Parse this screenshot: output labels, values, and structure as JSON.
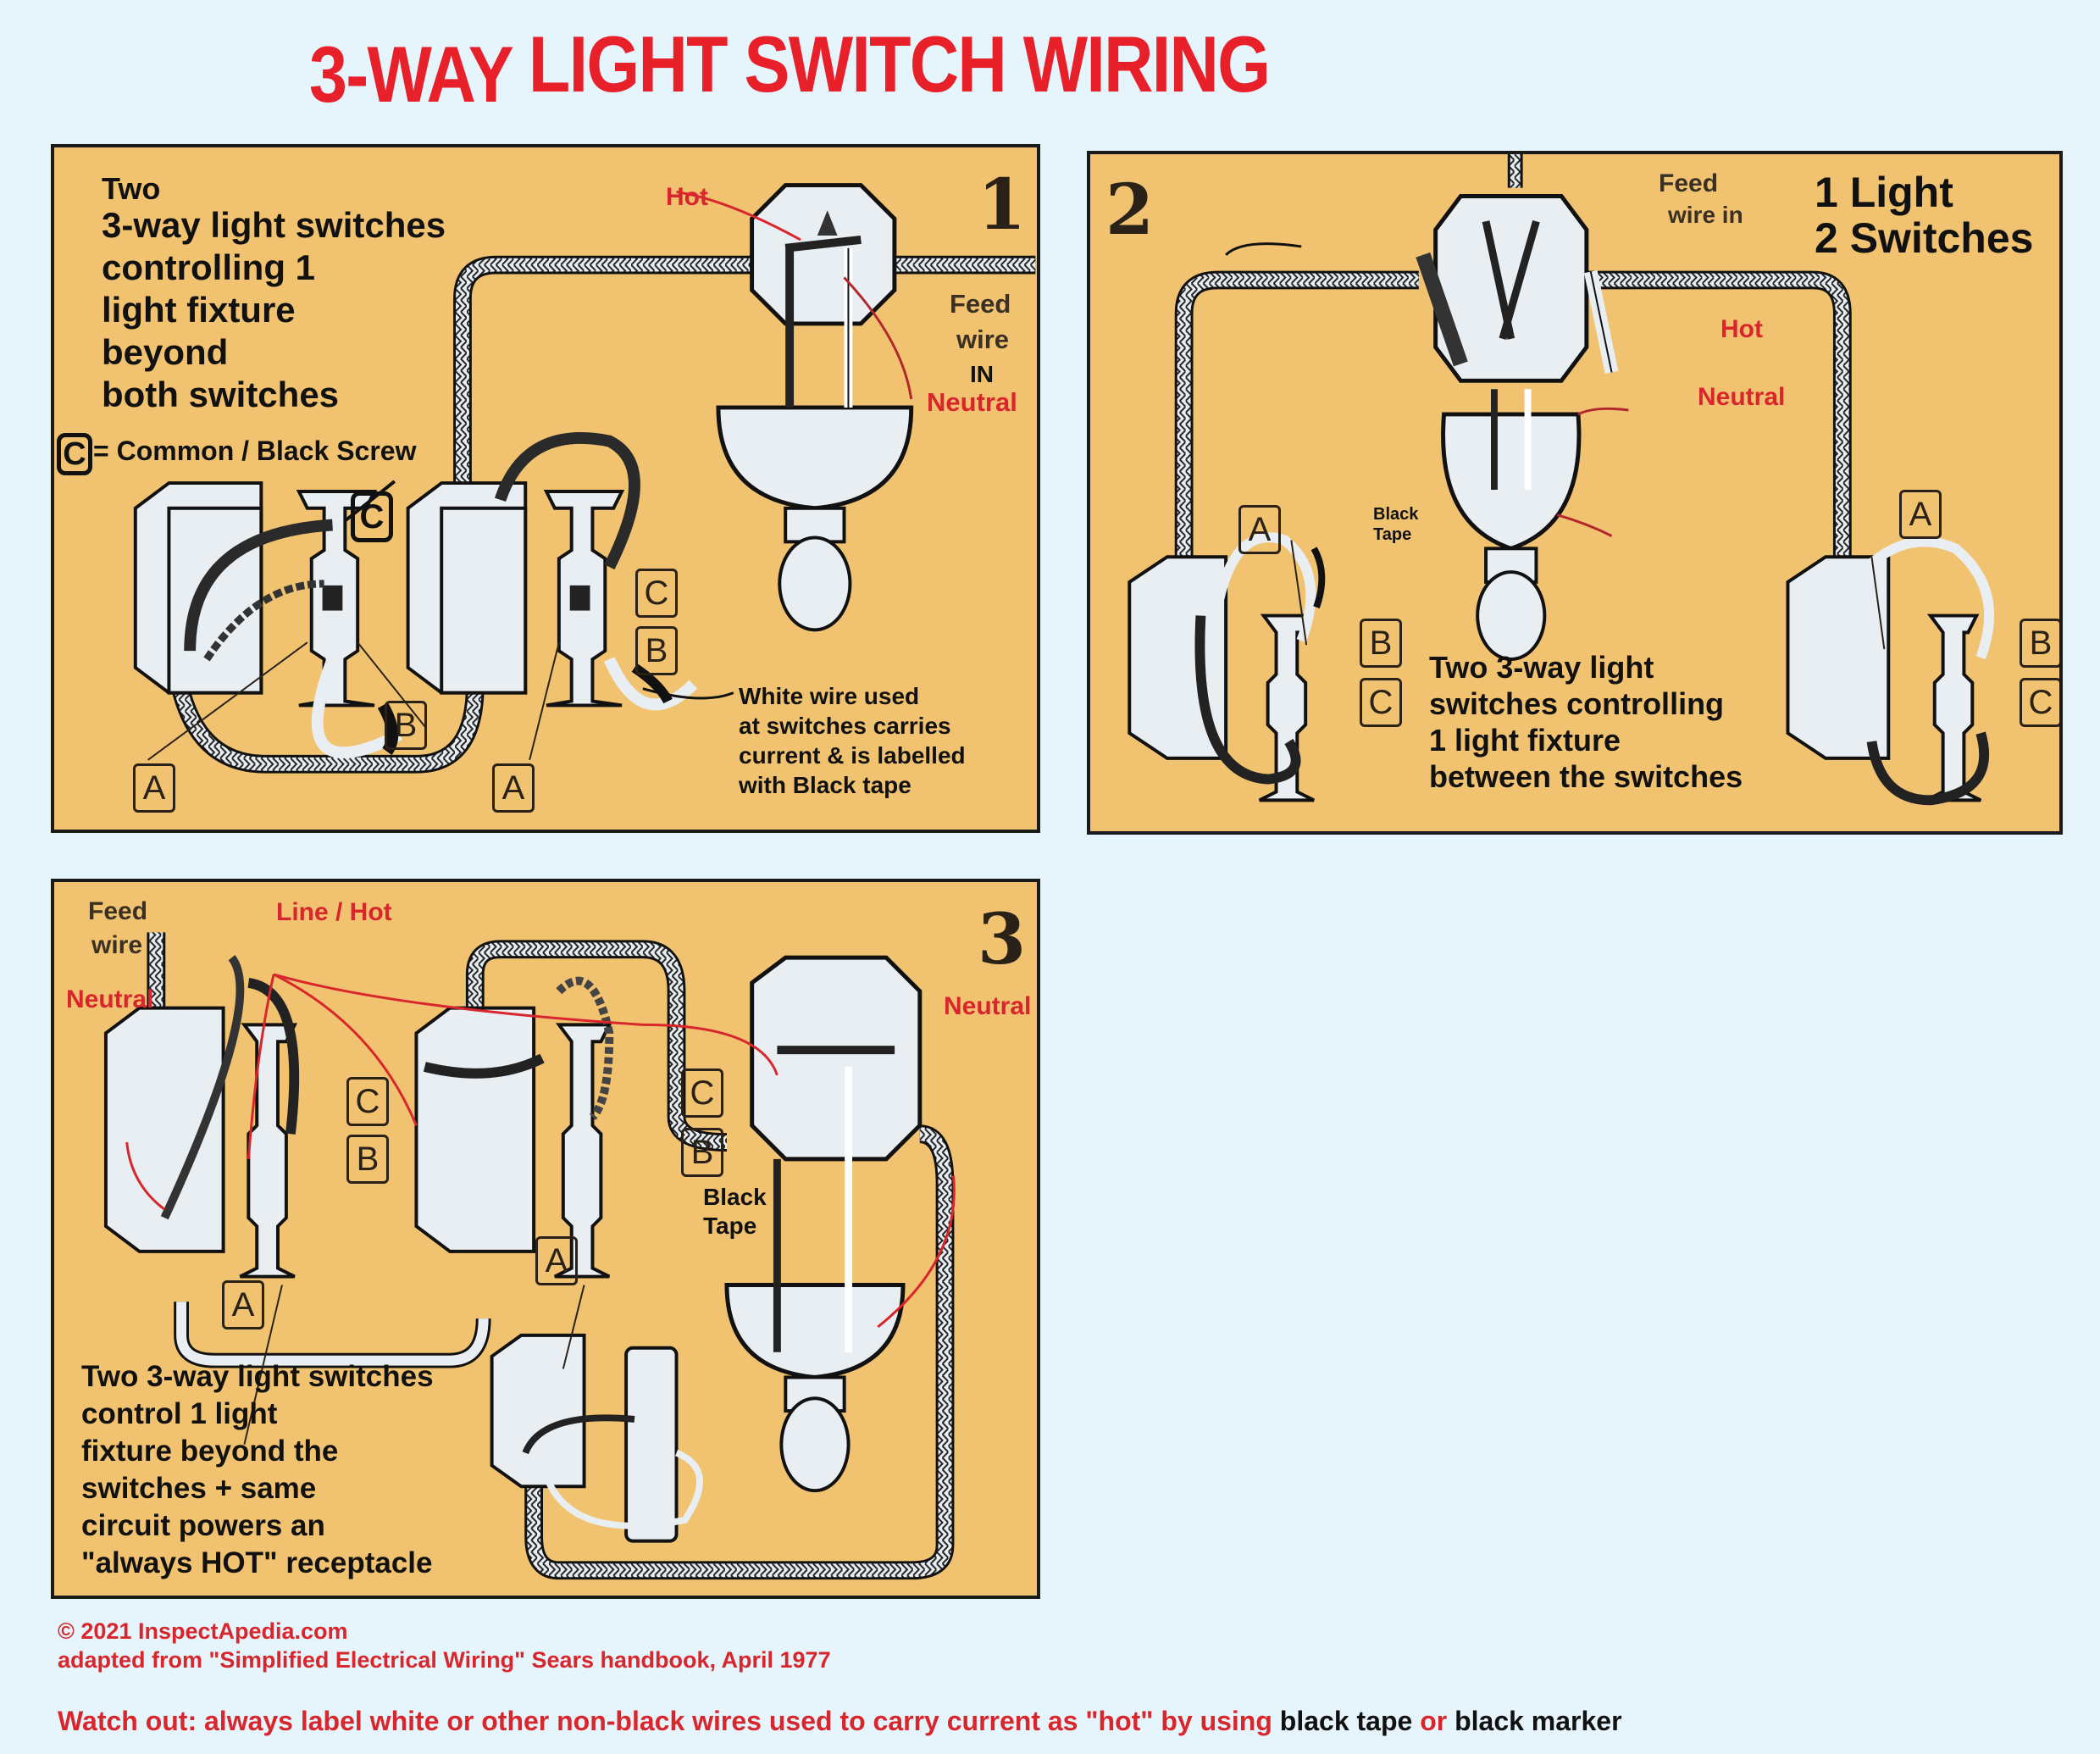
{
  "title": {
    "part1": "3-WAY",
    "part2": "LIGHT SWITCH WIRING"
  },
  "colors": {
    "title": "#e8202a",
    "panel_bg": "#f1c371",
    "page_bg": "#e6f4fc",
    "annotation_red": "#d8262c"
  },
  "panel1": {
    "number": "1",
    "description": [
      "Two",
      "3-way light switches",
      "controlling 1",
      "light fixture",
      "beyond",
      "both switches"
    ],
    "legend_box": "C",
    "legend_text": "= Common / Black Screw",
    "label_hot": "Hot",
    "label_neutral": "Neutral",
    "feed_label": [
      "Feed",
      "wire"
    ],
    "feed_in": "IN",
    "terminal_labels": {
      "c_callout": "C",
      "a1": "A",
      "b1": "B",
      "a2": "A",
      "c2": "C",
      "b2": "B"
    },
    "note": [
      "White wire used",
      "at switches carries",
      "current & is labelled",
      "with Black tape"
    ]
  },
  "panel2": {
    "number": "2",
    "heading": [
      "1 Light",
      "2 Switches"
    ],
    "feed_label": [
      "Feed",
      "wire in"
    ],
    "label_hot": "Hot",
    "label_neutral": "Neutral",
    "black_tape": [
      "Black",
      "Tape"
    ],
    "terminal_labels": {
      "a1": "A",
      "b1": "B",
      "c1": "C",
      "a2": "A",
      "b2": "B",
      "c2": "C"
    },
    "description": [
      "Two 3-way light",
      "switches controlling",
      "1 light fixture",
      "between the switches"
    ]
  },
  "panel3": {
    "number": "3",
    "feed_label": [
      "Feed",
      "wire"
    ],
    "label_line_hot": "Line / Hot",
    "label_neutral_left": "Neutral",
    "label_neutral_right": "Neutral",
    "black_tape": [
      "Black",
      "Tape"
    ],
    "terminal_labels": {
      "c1": "C",
      "b1": "B",
      "a1": "A",
      "c2": "C",
      "b2": "B",
      "a2": "A"
    },
    "description": [
      "Two 3-way light switches",
      "control 1 light",
      "fixture beyond the",
      "switches + same",
      "circuit powers an",
      "\"always HOT\" receptacle"
    ]
  },
  "footer": {
    "copyright": "© 2021 InspectApedia.com",
    "source": "adapted from \"Simplified Electrical Wiring\" Sears handbook, April 1977",
    "warning_red": "Watch out: always label white or other non-black wires used to carry current as \"hot\" by using ",
    "warning_black1": "black tape",
    "warning_or": " or ",
    "warning_black2": "black marker"
  }
}
